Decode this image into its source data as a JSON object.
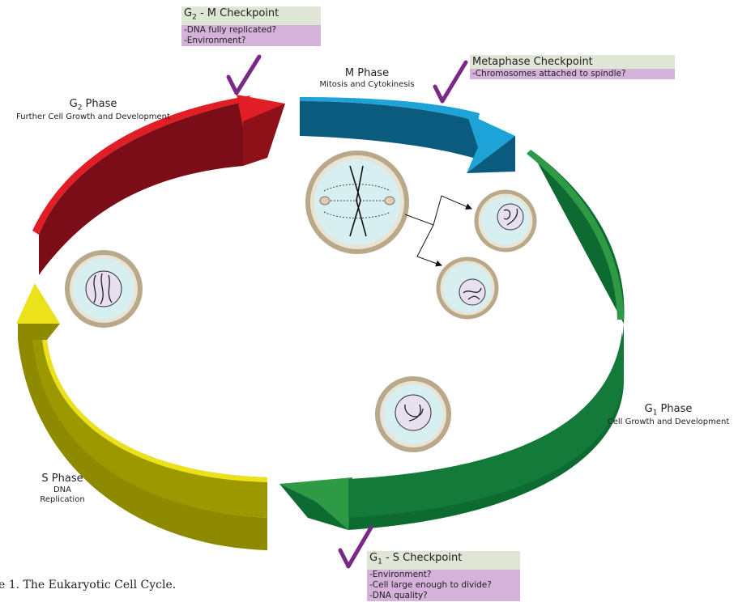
{
  "phases": {
    "m": {
      "title": "M Phase",
      "sub": "Mitosis and Cytokinesis"
    },
    "g2": {
      "title_pre": "G",
      "title_sub": "2",
      "title_post": " Phase",
      "sub": "Further Cell Growth and Development"
    },
    "s": {
      "title": "S Phase",
      "sub": "DNA Replication"
    },
    "g1": {
      "title_pre": "G",
      "title_sub": "1",
      "title_post": " Phase",
      "sub": "Cell Growth and Development"
    }
  },
  "checkpoints": {
    "g2m": {
      "title_pre": "G",
      "title_sub": "2",
      "title_post": " - M Checkpoint",
      "items": [
        "-DNA fully replicated?",
        "-Environment?"
      ]
    },
    "meta": {
      "title": "Metaphase Checkpoint",
      "items": [
        "-Chromosomes attached to spindle?"
      ]
    },
    "g1s": {
      "title_pre": "G",
      "title_sub": "1",
      "title_post": " - S Checkpoint",
      "items": [
        "-Environment?",
        "-Cell large enough to divide?",
        "-DNA quality?"
      ]
    }
  },
  "caption": "e 1.  The Eukaryotic Cell Cycle.",
  "colors": {
    "m_phase": "#0a5b7e",
    "m_phase_light": "#1ea3d8",
    "g1_phase": "#0d6a31",
    "g1_phase_light": "#2f9a46",
    "s_phase": "#8d8a00",
    "s_phase_light": "#ebe21b",
    "g2_phase": "#7a0d17",
    "g2_phase_light": "#e11d26",
    "check": "#7a2a86",
    "cell_fill": "#d8eff2",
    "cell_ring": "#b9a98a"
  },
  "icons": [
    "check-icon",
    "cell-icon",
    "arrow-icon"
  ]
}
